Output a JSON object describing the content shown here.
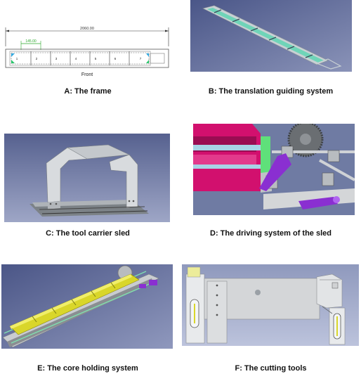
{
  "panels": {
    "a": {
      "caption": "A: The frame",
      "dim_total": "2060.00",
      "dim_small": "145.00",
      "front_label": "Front",
      "segment_numbers": [
        "1",
        "2",
        "3",
        "4",
        "5",
        "6",
        "7"
      ]
    },
    "b": {
      "caption": "B: The translation guiding system"
    },
    "c": {
      "caption": "C: The tool carrier sled"
    },
    "d": {
      "caption": "D: The driving system of the sled"
    },
    "e": {
      "caption": "E: The core holding system"
    },
    "f": {
      "caption": "F: The cutting tools"
    }
  },
  "colors": {
    "cad_background": "#5f6a96",
    "cad_background_light": "#9fa8c4",
    "frame_green": "#7fe0b0",
    "steel_grey": "#cfd2d6",
    "magenta": "#d2106e",
    "purple": "#8a2fd1",
    "yellow": "#d9d62a"
  }
}
